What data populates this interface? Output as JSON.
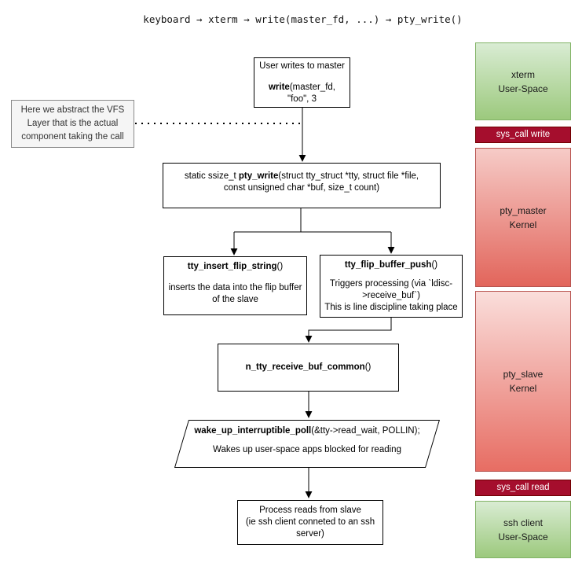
{
  "title": "keyboard → xterm → write(master_fd, ...) → pty_write()",
  "note": {
    "text": "Here we abstract the VFS Layer that is the actual component taking the call"
  },
  "flow": {
    "user_box": {
      "line1": "User writes to master",
      "fn": "write",
      "args_line1": "(master_fd,",
      "args_line2": "\"foo\", 3"
    },
    "pty_write_box": {
      "prefix": "static ssize_t ",
      "fn": "pty_write",
      "suffix": "(struct tty_struct *tty, struct file *file,",
      "line2": "const unsigned char *buf, size_t count)"
    },
    "insert_box": {
      "fn": "tty_insert_flip_string",
      "parens": "()",
      "desc": "inserts the data into the flip buffer of the slave"
    },
    "push_box": {
      "fn": "tty_flip_buffer_push",
      "parens": "()",
      "desc1": "Triggers processing (via `ldisc->receive_buf`)",
      "desc2": "This is line discipline taking place"
    },
    "ntty_box": {
      "fn": "n_tty_receive_buf_common",
      "parens": "()"
    },
    "wake_box": {
      "fn": "wake_up_interruptible_poll",
      "args": "(&tty->read_wait, POLLIN);",
      "desc": "Wakes up user-space apps blocked for reading"
    },
    "read_box": {
      "line1": "Process reads from slave",
      "line2": "(ie ssh client conneted to an ssh server)"
    }
  },
  "sidebar": {
    "items": [
      {
        "line1": "xterm",
        "line2": "User-Space",
        "type": "userspace"
      },
      {
        "label": "sys_call write",
        "type": "syscall"
      },
      {
        "line1": "pty_master",
        "line2": "Kernel",
        "type": "kernel"
      },
      {
        "line1": "pty_slave",
        "line2": "Kernel",
        "type": "kernel"
      },
      {
        "label": "sys_call read",
        "type": "syscall"
      },
      {
        "line1": "ssh client",
        "line2": "User-Space",
        "type": "userspace"
      }
    ]
  },
  "colors": {
    "userspace_top": "#d9ecd3",
    "userspace_bottom": "#9cc97d",
    "userspace_border": "#82b366",
    "syscall_fill": "#a50e2d",
    "syscall_border": "#6f0000",
    "kernel_top": "#f6cbc7",
    "kernel_bottom": "#e2655b",
    "kernel_border": "#b85450",
    "note_fill": "#f5f5f5",
    "wire": "#000000"
  }
}
